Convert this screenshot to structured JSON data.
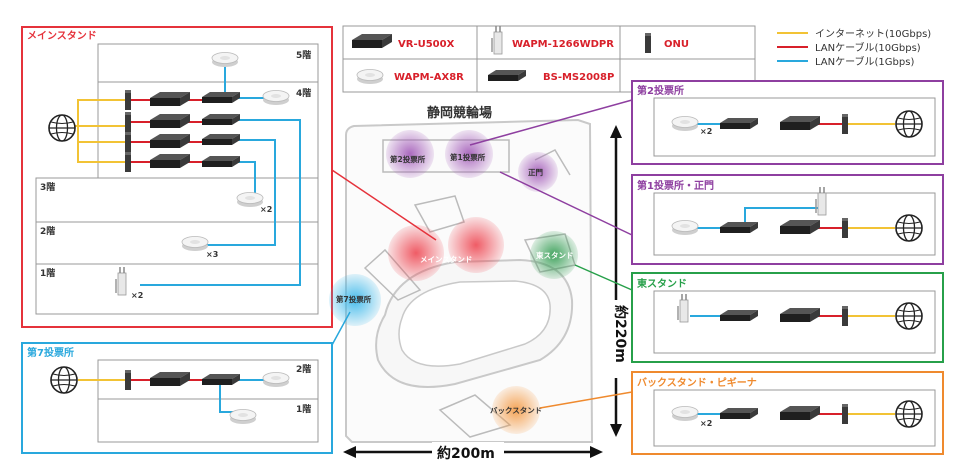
{
  "legend_top": {
    "vr": "VR-U500X",
    "wapm1266": "WAPM-1266WDPR",
    "onu": "ONU",
    "wapmax8r": "WAPM-AX8R",
    "bsms": "BS-MS2008P"
  },
  "legend_lines": [
    {
      "label": "インターネット(10Gbps)",
      "color": "#f2c335"
    },
    {
      "label": "LANケーブル(10Gbps)",
      "color": "#d8202a"
    },
    {
      "label": "LANケーブル(1Gbps)",
      "color": "#29a8dd"
    }
  ],
  "venue": {
    "title": "静岡競輪場",
    "width_label": "約200m",
    "height_label": "約220m",
    "zones": {
      "dai2": "第2投票所",
      "dai1": "第1投票所",
      "seimon": "正門",
      "main": "メインスタンド",
      "east": "東スタンド",
      "dai7": "第7投票所",
      "back": "バックスタンド"
    }
  },
  "main_stand": {
    "title": "メインスタンド",
    "floors": [
      "5階",
      "4階",
      "3階",
      "2階",
      "1階"
    ],
    "x2a": "×2",
    "x3": "×3",
    "x2b": "×2"
  },
  "dai7_box": {
    "title": "第7投票所",
    "floors": [
      "2階",
      "1階"
    ]
  },
  "right_boxes": [
    {
      "title": "第2投票所",
      "mult": "×2",
      "color": "#8e3fa0"
    },
    {
      "title": "第1投票所・正門",
      "mult": "",
      "color": "#8e3fa0"
    },
    {
      "title": "東スタンド",
      "mult": "",
      "color": "#27a04a"
    },
    {
      "title": "バックスタンド・ピギーナ",
      "mult": "×2",
      "color": "#ef8a2e"
    }
  ],
  "colors": {
    "internet": "#f2c335",
    "lan10": "#d8202a",
    "lan1": "#29a8dd",
    "main": "#e5323b",
    "dai7": "#29a8dd",
    "purple": "#8e3fa0",
    "green": "#27a04a",
    "orange": "#ef8a2e"
  }
}
